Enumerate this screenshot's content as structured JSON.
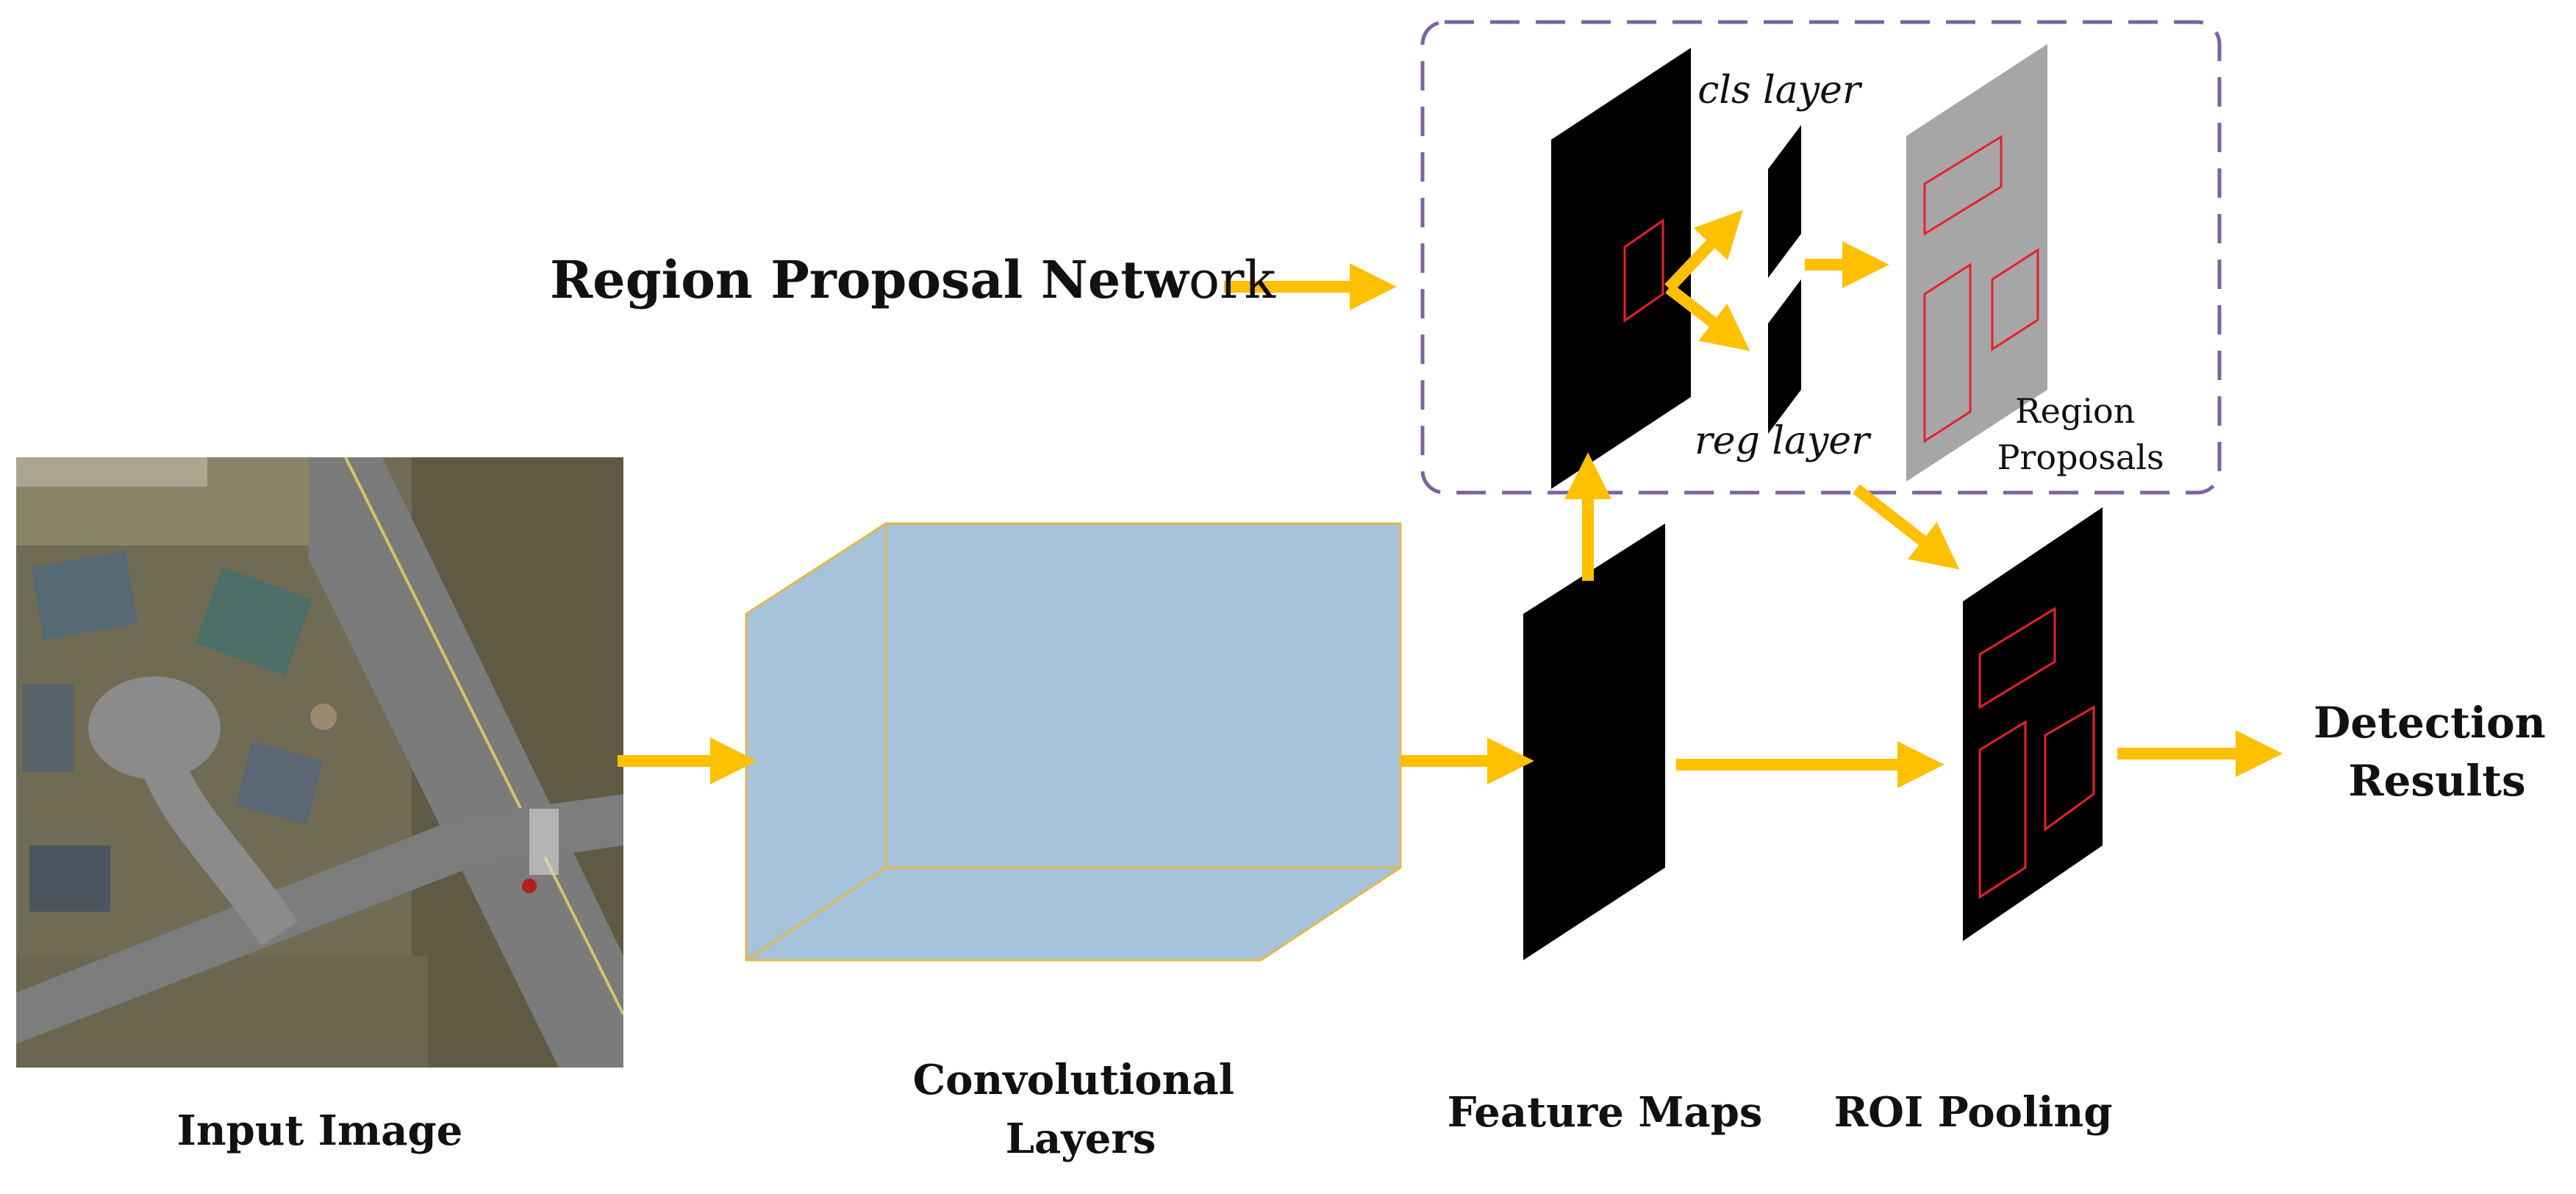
{
  "labels": {
    "rpn_bold": "Region Proposal Netw",
    "rpn_tail": "ork",
    "cls_layer": "cls layer",
    "reg_layer": "reg layer",
    "region_line1": "Region",
    "region_line2": "Proposals",
    "input_image": "Input Image",
    "conv_line1": "Convolutional",
    "conv_line2": "Layers",
    "feature_maps": "Feature Maps",
    "roi_pooling": "ROI Pooling",
    "detection_line1": "Detection",
    "detection_line2": "Results"
  },
  "colors": {
    "arrow": "#FFC000",
    "conv_block": "#A6C3DC",
    "conv_edge": "#E0B94A",
    "feature_map": "#000000",
    "proposal_box": "#E8202A",
    "proposal_panel": "#A6A6A6",
    "rpn_border": "#7A64A0"
  },
  "icons": {
    "input_image": "aerial-photo-icon"
  }
}
